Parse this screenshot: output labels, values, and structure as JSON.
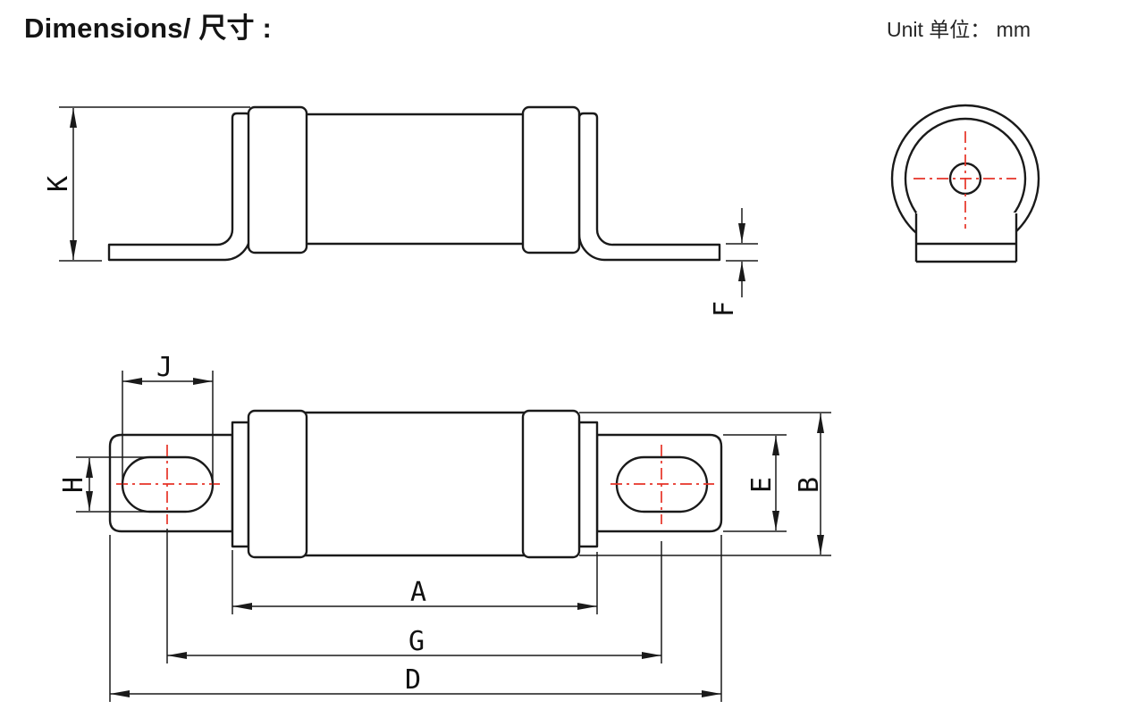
{
  "header": {
    "title": "Dimensions/ 尺寸 :",
    "unit": "Unit 单位： mm"
  },
  "drawing": {
    "dimension_labels": {
      "A": "A",
      "B": "B",
      "D": "D",
      "E": "E",
      "F": "F",
      "G": "G",
      "H": "H",
      "J": "J",
      "K": "K"
    },
    "colors": {
      "outline": "#1a1a1a",
      "centerline": "#e63327",
      "background": "#ffffff"
    }
  }
}
